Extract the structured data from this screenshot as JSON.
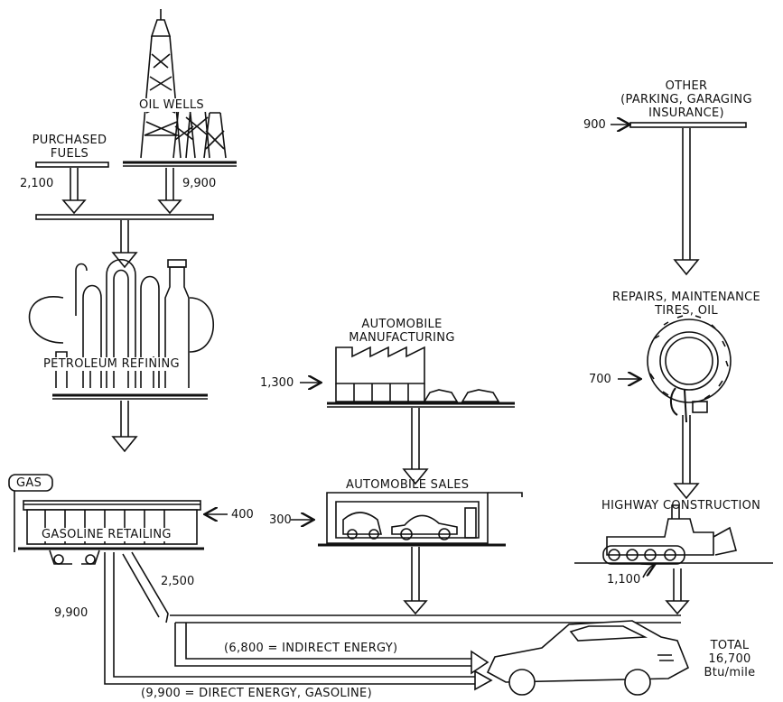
{
  "labels": {
    "purchased_fuels": [
      "PURCHASED",
      "FUELS"
    ],
    "oil_wells": "OIL WELLS",
    "other": [
      "OTHER",
      "(PARKING, GARAGING",
      "INSURANCE)"
    ],
    "petroleum_refining": "PETROLEUM REFINING",
    "automobile_manufacturing": [
      "AUTOMOBILE",
      "MANUFACTURING"
    ],
    "repairs": [
      "REPAIRS, MAINTENANCE",
      "TIRES, OIL"
    ],
    "gas_sign": "GAS",
    "gasoline_retailing": "GASOLINE RETAILING",
    "automobile_sales": "AUTOMOBILE SALES",
    "highway_construction": "HIGHWAY CONSTRUCTION",
    "indirect": "(6,800 = INDIRECT ENERGY)",
    "direct": "(9,900 = DIRECT ENERGY, GASOLINE)",
    "total": [
      "TOTAL",
      "16,700",
      "Btu/mile"
    ]
  },
  "values": {
    "purchased_fuels": "2,100",
    "oil_wells": "9,900",
    "other": "900",
    "automobile_manufacturing": "1,300",
    "repairs": "700",
    "gasoline_retailing": "400",
    "automobile_sales": "300",
    "highway_construction": "1,100",
    "retail_indirect": "2,500",
    "retail_direct": "9,900"
  }
}
